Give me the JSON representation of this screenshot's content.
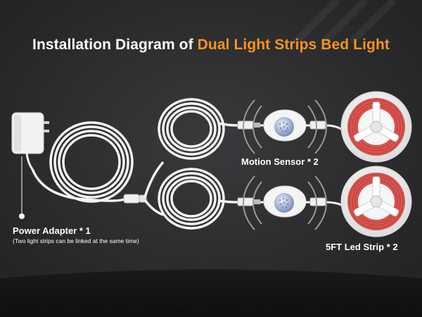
{
  "title": {
    "prefix": "Installation Diagram of ",
    "highlight": "Dual Light Strips Bed Light"
  },
  "labels": {
    "power_adapter": "Power Adapter * 1",
    "power_adapter_note": "(Two light strips can be linked at the same time)",
    "motion_sensor": "Motion Sensor * 2",
    "led_strip": "5FT Led Strip * 2"
  },
  "colors": {
    "background": "#2b2b2d",
    "title_highlight": "#f7941d",
    "text": "#ffffff",
    "strip_red": "#d9534f"
  }
}
